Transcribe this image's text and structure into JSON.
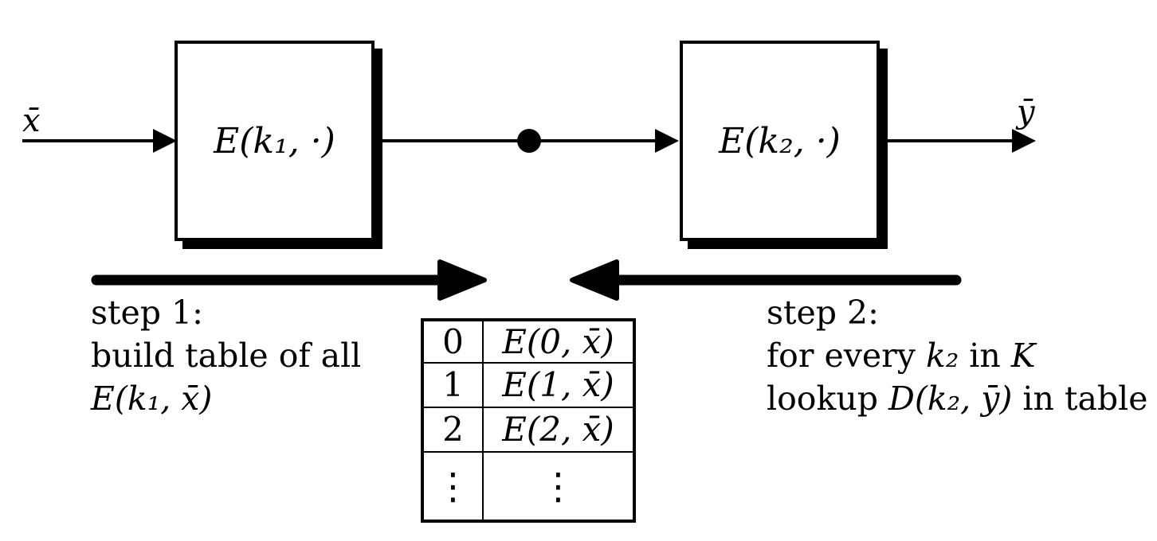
{
  "pipeline": {
    "input_label": "x̄",
    "output_label": "ȳ",
    "box1_label": "E(k₁, ·)",
    "box2_label": "E(k₂, ·)"
  },
  "step1": {
    "line1": "step 1:",
    "line2": "build table of all",
    "line3_math": "E(k₁, x̄)"
  },
  "step2": {
    "line1": "step 2:",
    "line2_pre": "for every ",
    "line2_key": "k₂",
    "line2_mid": " in ",
    "line2_set": "K",
    "line3_pre": "lookup ",
    "line3_math": "D(k₂, ȳ)",
    "line3_post": " in table"
  },
  "lookup_table": {
    "rows": [
      {
        "key": "0",
        "value": "E(0, x̄)"
      },
      {
        "key": "1",
        "value": "E(1, x̄)"
      },
      {
        "key": "2",
        "value": "E(2, x̄)"
      },
      {
        "key": "⋮",
        "value": "⋮"
      }
    ]
  },
  "colors": {
    "ink": "#000000",
    "background": "#ffffff"
  }
}
